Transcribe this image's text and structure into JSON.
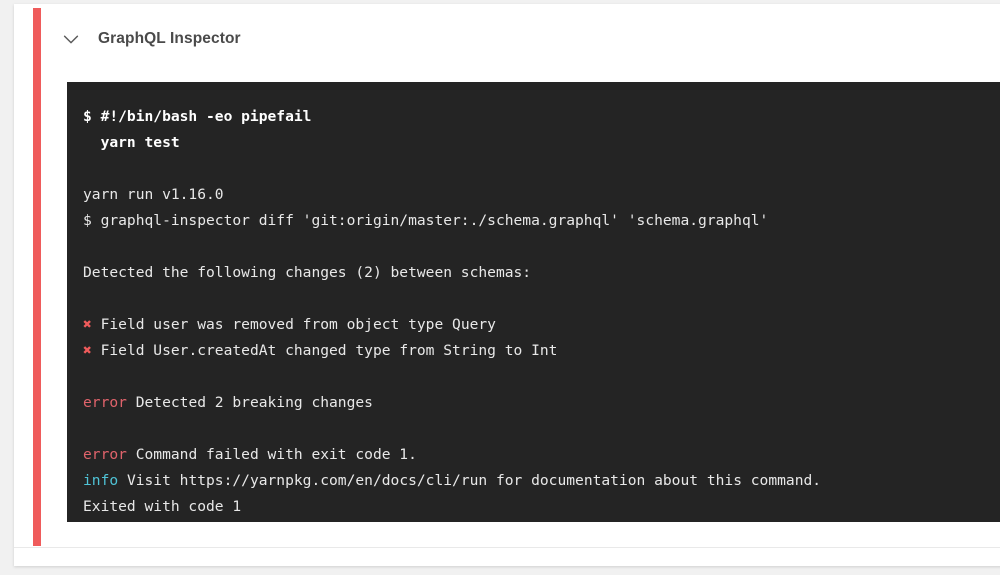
{
  "job": {
    "title": "GraphQL Inspector",
    "collapse_icon": "chevron-down-icon",
    "status_color": "#ef5b5b"
  },
  "terminal": {
    "background": "#242424",
    "text_color": "#e8e8e8",
    "error_color": "#e0636b",
    "info_color": "#4fc3d6",
    "cross_glyph": "✖",
    "lines": [
      {
        "type": "command",
        "text": "$ #!/bin/bash -eo pipefail"
      },
      {
        "type": "command",
        "text": "  yarn test"
      },
      {
        "type": "blank",
        "text": ""
      },
      {
        "type": "output",
        "text": "yarn run v1.16.0"
      },
      {
        "type": "output",
        "text": "$ graphql-inspector diff 'git:origin/master:./schema.graphql' 'schema.graphql'"
      },
      {
        "type": "blank",
        "text": ""
      },
      {
        "type": "output",
        "text": "Detected the following changes (2) between schemas:"
      },
      {
        "type": "blank",
        "text": ""
      },
      {
        "type": "change",
        "marker": "✖",
        "text": " Field user was removed from object type Query"
      },
      {
        "type": "change",
        "marker": "✖",
        "text": " Field User.createdAt changed type from String to Int"
      },
      {
        "type": "blank",
        "text": ""
      },
      {
        "type": "error",
        "keyword": "error",
        "text": " Detected 2 breaking changes"
      },
      {
        "type": "blank",
        "text": ""
      },
      {
        "type": "error",
        "keyword": "error",
        "text": " Command failed with exit code 1."
      },
      {
        "type": "info",
        "keyword": "info",
        "text": " Visit https://yarnpkg.com/en/docs/cli/run for documentation about this command."
      },
      {
        "type": "output",
        "text": "Exited with code 1"
      }
    ]
  }
}
